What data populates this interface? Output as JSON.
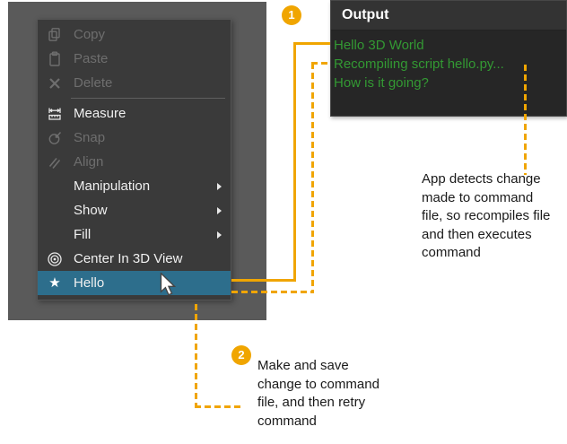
{
  "context_menu": {
    "items": [
      {
        "label": "Copy",
        "icon": "copy",
        "state": "disabled"
      },
      {
        "label": "Paste",
        "icon": "paste",
        "state": "disabled"
      },
      {
        "label": "Delete",
        "icon": "delete",
        "state": "disabled"
      },
      {
        "label": "Measure",
        "icon": "measure",
        "state": "enabled"
      },
      {
        "label": "Snap",
        "icon": "snap",
        "state": "disabled"
      },
      {
        "label": "Align",
        "icon": "align",
        "state": "disabled"
      },
      {
        "label": "Manipulation",
        "submenu": true,
        "state": "enabled"
      },
      {
        "label": "Show",
        "submenu": true,
        "state": "enabled"
      },
      {
        "label": "Fill",
        "submenu": true,
        "state": "enabled"
      },
      {
        "label": "Center In 3D View",
        "icon": "center-in-3d-view",
        "state": "enabled"
      },
      {
        "label": "Hello",
        "icon": "star",
        "state": "selected"
      }
    ]
  },
  "output_panel": {
    "title": "Output",
    "lines": [
      "Hello 3D World",
      "Recompiling script hello.py...",
      "How is it going?"
    ]
  },
  "annotations": {
    "step1": {
      "number": "1",
      "note": "App detects change\nmade to command\nfile, so recompiles file\nand then executes\ncommand"
    },
    "step2": {
      "number": "2",
      "note": "Make and save\nchange to command\nfile, and then retry\ncommand"
    }
  },
  "colors": {
    "accent_orange": "#f0a500",
    "selection_blue": "#2d6e8c",
    "output_green": "#339933",
    "window_gray": "#5a5a5a",
    "menu_gray": "#3a3a3a"
  }
}
